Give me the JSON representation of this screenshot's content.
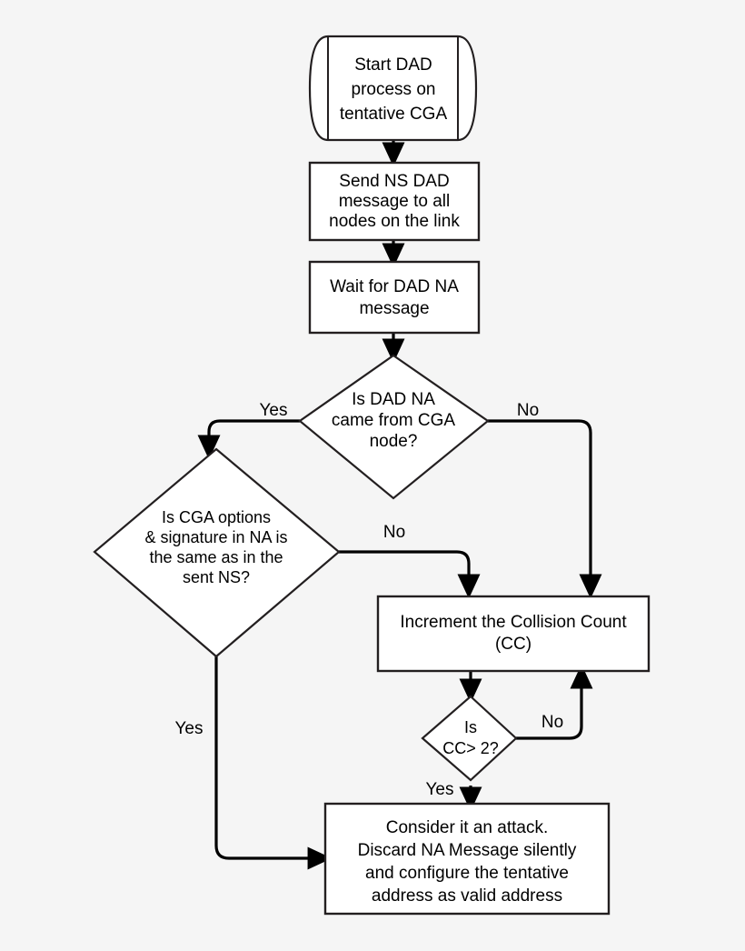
{
  "diagram": {
    "title": "DAD process on tentative CGA flowchart",
    "background_color": "#f5f5f5",
    "shape_fill": "#ffffff",
    "stroke_color": "#231f20",
    "edge_color": "#000000",
    "nodes": [
      {
        "id": "start",
        "shape": "delay-capsule",
        "lines": [
          "Start DAD",
          "process on",
          "tentative CGA"
        ]
      },
      {
        "id": "send-ns",
        "shape": "process-box",
        "lines": [
          "Send NS DAD",
          "message to all",
          "nodes on the link"
        ]
      },
      {
        "id": "wait-na",
        "shape": "process-box",
        "lines": [
          "Wait for DAD NA",
          "message"
        ]
      },
      {
        "id": "decision-cga-node",
        "shape": "decision-diamond",
        "lines": [
          "Is DAD NA",
          "came from CGA",
          "node?"
        ]
      },
      {
        "id": "decision-options-signature",
        "shape": "decision-diamond",
        "lines": [
          "Is CGA options",
          "& signature in NA is",
          "the same as in the",
          "sent NS?"
        ]
      },
      {
        "id": "increment-cc",
        "shape": "process-box",
        "lines": [
          "Increment the Collision Count",
          "(CC)"
        ]
      },
      {
        "id": "decision-cc-gt-2",
        "shape": "decision-diamond",
        "lines": [
          "Is",
          "CC> 2?"
        ]
      },
      {
        "id": "consider-attack",
        "shape": "process-box",
        "lines": [
          "Consider it an attack.",
          "Discard NA Message silently",
          "and configure the tentative",
          "address as valid address"
        ]
      }
    ],
    "edges": [
      {
        "id": "start-to-send",
        "label": ""
      },
      {
        "id": "send-to-wait",
        "label": ""
      },
      {
        "id": "wait-to-decision1",
        "label": ""
      },
      {
        "id": "decision1-yes",
        "label": "Yes"
      },
      {
        "id": "decision1-no",
        "label": "No"
      },
      {
        "id": "decision2-no",
        "label": "No"
      },
      {
        "id": "decision2-yes",
        "label": "Yes"
      },
      {
        "id": "increment-to-cc-check",
        "label": ""
      },
      {
        "id": "cc-check-no",
        "label": "No"
      },
      {
        "id": "cc-check-yes",
        "label": "Yes"
      }
    ]
  }
}
